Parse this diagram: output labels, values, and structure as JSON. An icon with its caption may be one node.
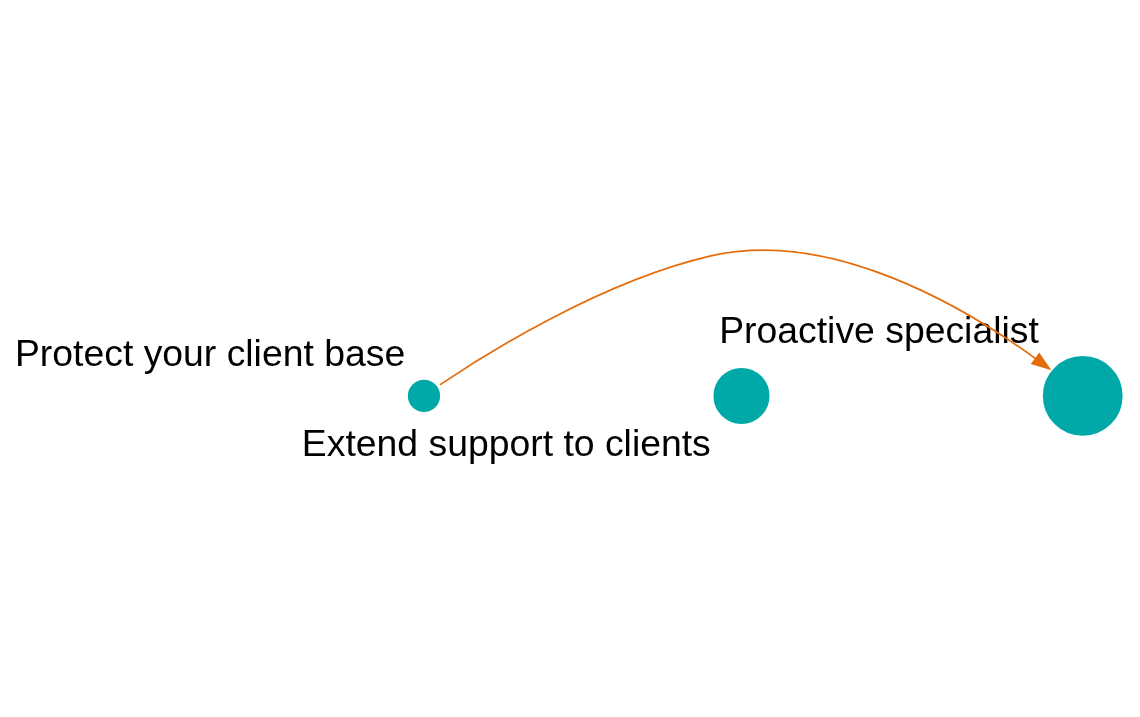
{
  "diagram": {
    "nodes": [
      {
        "text": [
          "Protect your client base"
        ]
      },
      {
        "text": [
          "Extend support to clients"
        ]
      },
      {
        "text": [
          "Proactive specialist"
        ]
      }
    ],
    "edges": [
      {
        "from": 0,
        "to": 2,
        "arrow": "to",
        "color": "#e46c0a"
      }
    ]
  }
}
